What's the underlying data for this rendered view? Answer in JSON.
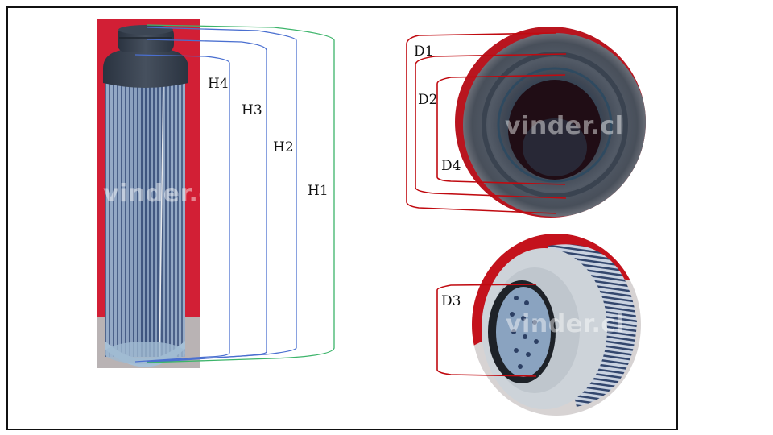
{
  "diagram": {
    "watermark": "vinder.cl",
    "height_labels": [
      "H1",
      "H2",
      "H3",
      "H4"
    ],
    "diameter_labels": [
      "D1",
      "D2",
      "D3",
      "D4"
    ],
    "colors": {
      "height_inner_lines": "#4a6fd0",
      "height_overall_line": "#3cb46a",
      "diameter_lines": "#c00a10",
      "photo_background": "#d21f35",
      "frame_border": "#111111"
    },
    "panels": {
      "side_view": {
        "labels": {
          "h1": "H1",
          "h2": "H2",
          "h3": "H3",
          "h4": "H4"
        }
      },
      "top_view": {
        "labels": {
          "d1": "D1",
          "d2": "D2",
          "d4": "D4"
        }
      },
      "bottom_view": {
        "labels": {
          "d3": "D3"
        }
      }
    }
  }
}
